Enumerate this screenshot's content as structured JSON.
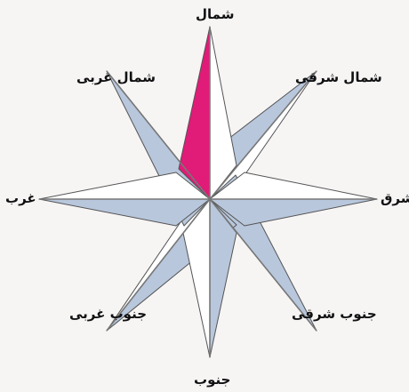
{
  "diagram": {
    "labels": {
      "north": "شمال",
      "south": "جنوب",
      "east": "شرق",
      "west": "غرب",
      "northeast": "شمال شرقی",
      "northwest": "شمال غربی",
      "southeast": "جنوب شرقی",
      "southwest": "جنوب غربی"
    },
    "colors": {
      "highlight": "#e11b78",
      "shade": "#b8c7dc",
      "light": "#ffffff",
      "stroke": "#555555",
      "arm": "#777777"
    }
  }
}
